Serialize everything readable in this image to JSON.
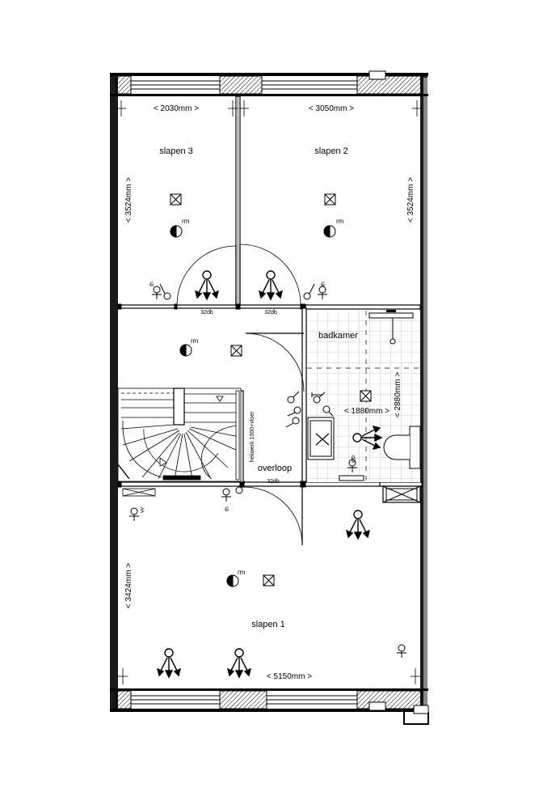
{
  "rooms": {
    "slapen3": "slapen 3",
    "slapen2": "slapen 2",
    "slapen1": "slapen 1",
    "badkamer": "badkamer",
    "overloop": "overloop"
  },
  "dimensions": {
    "w_slapen3": "< 2030mm >",
    "w_slapen2": "< 3050mm >",
    "h_left_top": "< 3524mm >",
    "h_right_top": "< 3524mm >",
    "h_left_bottom": "< 3424mm >",
    "w_slapen1": "< 5150mm >",
    "w_badkamer": "< 1880mm >",
    "h_badkamer": "< 2880mm >"
  },
  "annotations": {
    "rm_slapen3": "rm",
    "rm_slapen2": "rm",
    "rm_overloop": "rm",
    "rm_slapen1": "rm",
    "db_left": "32db",
    "db_right": "32db",
    "db_bottom": "32db",
    "th_left": "th",
    "th_right": "th",
    "th_bottom": "th",
    "wp_bath": "wp",
    "vv": "vv",
    "railing": "hekwerk 1000+vloer"
  }
}
